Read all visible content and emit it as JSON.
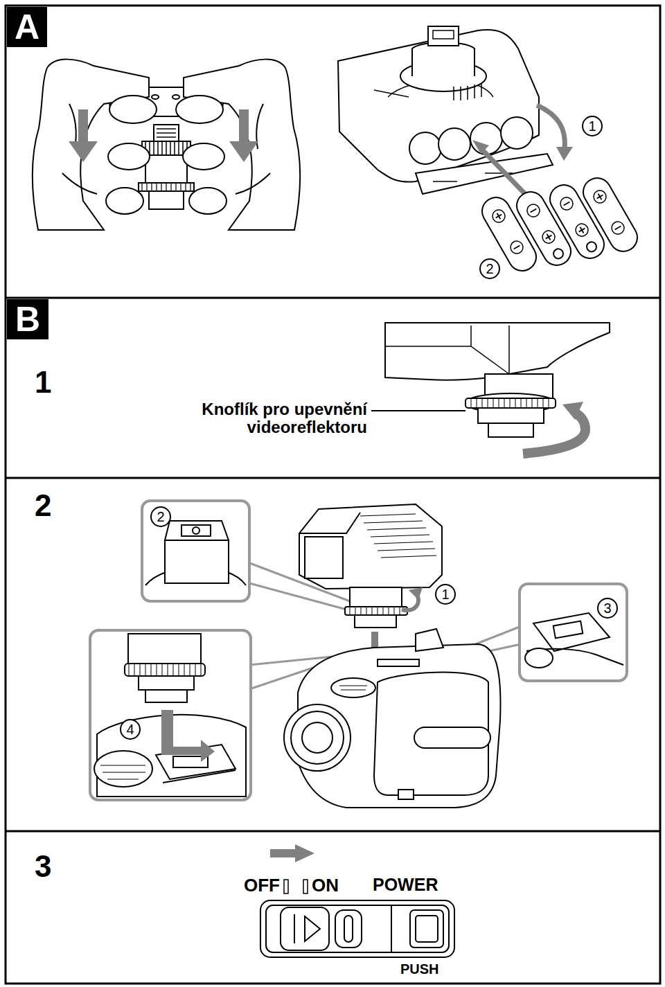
{
  "diagram": {
    "nodes": [
      {
        "text": [
          "A"
        ]
      },
      {
        "text": [
          "1"
        ]
      },
      {
        "text": [
          "2"
        ]
      },
      {
        "text": [
          "B"
        ]
      },
      {
        "text": [
          "2"
        ]
      },
      {
        "text": [
          "1"
        ]
      },
      {
        "text": [
          "3"
        ]
      },
      {
        "text": [
          "4"
        ]
      }
    ],
    "labels": [
      "1",
      "Knoflík pro upevnění videoreflektoru",
      "2",
      "3",
      "OFF",
      "ON",
      "POWER",
      "PUSH"
    ]
  }
}
